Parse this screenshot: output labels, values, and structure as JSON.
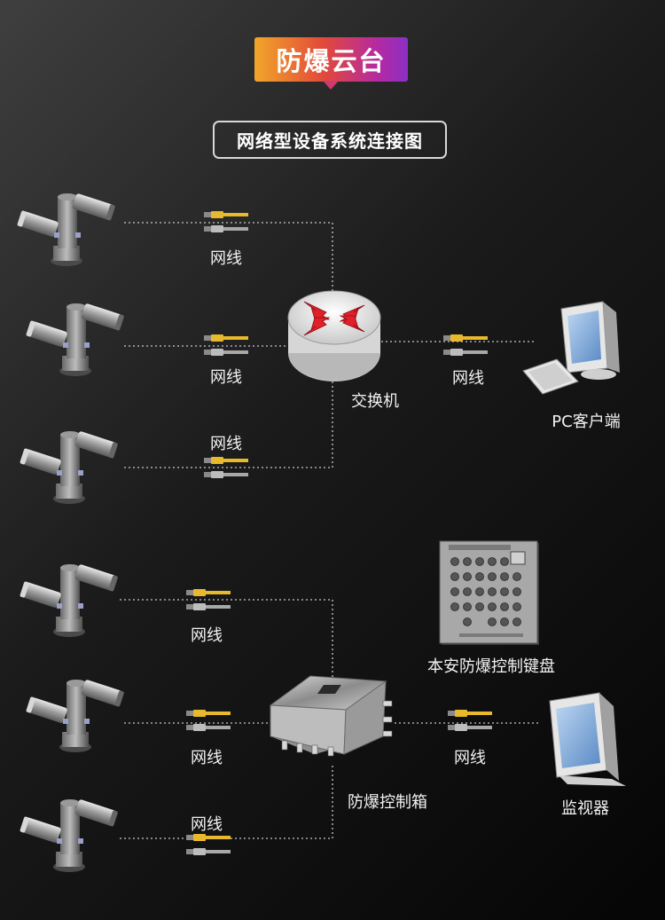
{
  "title": "防爆云台",
  "subtitle": "网络型设备系统连接图",
  "labels": {
    "cable_1": "网线",
    "cable_2": "网线",
    "cable_3": "网线",
    "cable_pc": "网线",
    "cable_4": "网线",
    "cable_5": "网线",
    "cable_6": "网线",
    "cable_monitor": "网线",
    "switch": "交换机",
    "pc_client": "PC客户端",
    "keyboard": "本安防爆控制键盘",
    "control_box": "防爆控制箱",
    "monitor": "监视器"
  },
  "colors": {
    "badge_start": "#f2a62a",
    "badge_mid": "#e2493a",
    "badge_end": "#8b2fc4",
    "arrow_red": "#e0202a",
    "cable_yellow": "#e8b92c",
    "cable_gray": "#a8a8a8",
    "wire": "#c8c8c8"
  },
  "icons": [
    "ptz-camera-icon",
    "network-switch-icon",
    "pc-computer-icon",
    "explosion-proof-box-icon",
    "control-keyboard-icon",
    "monitor-icon",
    "ethernet-cable-icon"
  ]
}
